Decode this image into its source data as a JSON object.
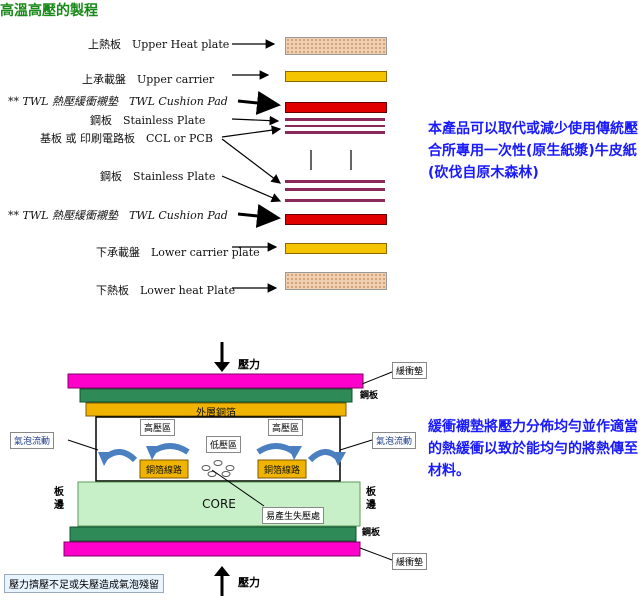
{
  "title": "高溫高壓的製程",
  "stack": {
    "upper_heat": "上熱板　Upper Heat plate",
    "upper_carrier": "上承載盤　Upper carrier",
    "twl_top": "** TWL  熱壓緩衝襯墊　TWL Cushion Pad",
    "steel_top": "鋼板　Stainless Plate",
    "substrate": "基板 或 印刷電路板　CCL or PCB",
    "steel_mid": "鋼板　Stainless Plate",
    "twl_bottom": "** TWL  熱壓緩衝襯墊　TWL Cushion Pad",
    "lower_carrier": "下承載盤　Lower carrier plate",
    "lower_heat": "下熱板　Lower heat Plate"
  },
  "note1": "本產品可以取代或減少使用傳統壓合所專用一次性(原生紙漿)牛皮紙(砍伐自原木森林)",
  "note2": "緩衝襯墊將壓力分佈均勻並作適當的熱緩衝以致於能均勻的將熱傳至材料。",
  "press": {
    "pressure_top": "壓力",
    "pressure_bottom": "壓力",
    "cushion_top": "緩衝墊",
    "cushion_bottom": "緩衝墊",
    "steel_top": "鋼板",
    "steel_bottom": "鋼板",
    "outer_copper": "外層銅箔",
    "high_left": "高壓區",
    "high_right": "高壓區",
    "low": "低壓區",
    "trace_left": "銅箔線路",
    "trace_right": "銅箔線路",
    "bubble_left": "氣泡流動",
    "bubble_right": "氣泡流動",
    "core": "CORE",
    "edge_left": "板邊",
    "edge_right": "板邊",
    "delam": "易產生失壓處",
    "footer": "壓力擠壓不足或失壓造成氣泡殘留"
  },
  "colors": {
    "heat_plate": "#f0d0b0",
    "carrier": "#f5c400",
    "cushion_red": "#e00000",
    "steel_purple": "#8b2a5a",
    "magenta": "#ff00cc",
    "green_plate": "#2e8b57",
    "core_green": "#c8f0c8",
    "copper_yellow": "#f0b400"
  }
}
